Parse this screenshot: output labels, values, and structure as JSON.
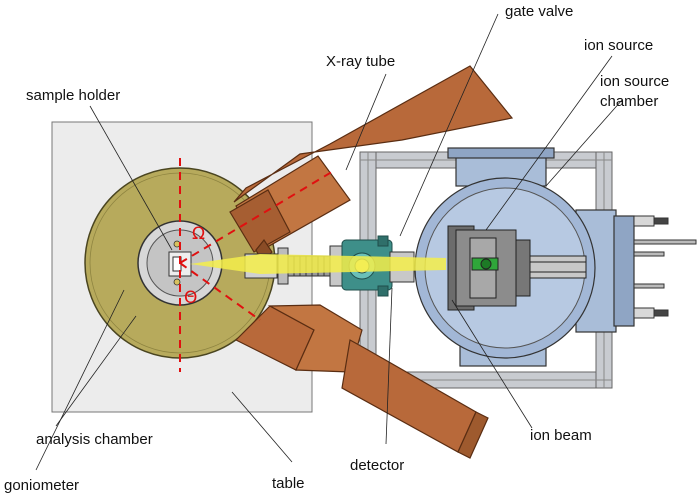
{
  "labels": {
    "sample_holder": "sample holder",
    "xray_tube": "X-ray tube",
    "gate_valve": "gate valve",
    "ion_source": "ion source",
    "ion_source_chamber_line1": "ion source",
    "ion_source_chamber_line2": "chamber",
    "analysis_chamber": "analysis chamber",
    "goniometer": "goniometer",
    "table": "table",
    "detector": "detector",
    "ion_beam": "ion beam"
  },
  "angle_symbols": {
    "omega": "Ω",
    "theta": "Θ"
  },
  "colors": {
    "table": "#ececec",
    "goniometer": "#b7aa5c",
    "xray_tube": "#b8693a",
    "detector": "#b8693a",
    "chamber": "#9fb4d4",
    "frame": "#c8cbd0",
    "beam": "#f4ef4a",
    "axis_lines": "#e01010"
  }
}
